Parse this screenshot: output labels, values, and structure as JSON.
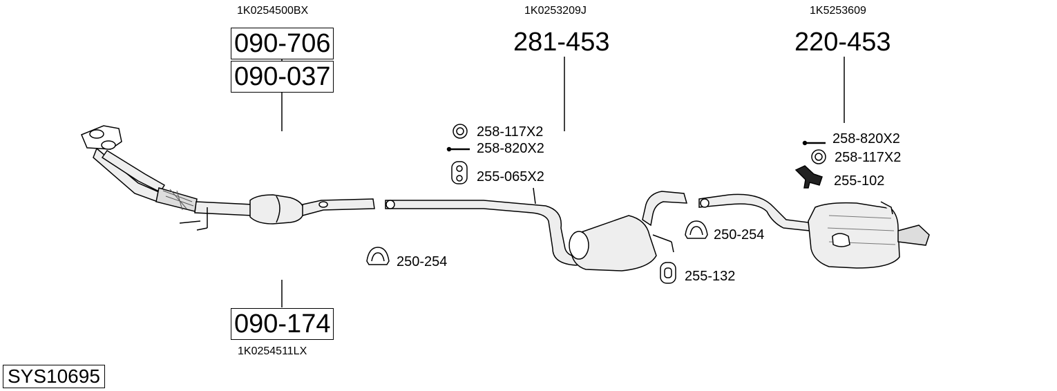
{
  "diagram": {
    "system_code": "SYS10695",
    "groups": [
      {
        "oe_number_top": "1K0254500BX",
        "part_primary": "090-706",
        "part_secondary": "090-037",
        "part_bottom": "090-174",
        "oe_number_bottom": "1K0254511LX"
      },
      {
        "oe_number": "1K0253209J",
        "part": "281-453"
      },
      {
        "oe_number": "1K5253609",
        "part": "220-453"
      }
    ],
    "accessories": [
      {
        "code": "258-117X2",
        "icon": "ring-icon"
      },
      {
        "code": "258-820X2",
        "icon": "bolt-icon"
      },
      {
        "code": "255-065X2",
        "icon": "rubber-mount-icon"
      },
      {
        "code": "250-254",
        "icon": "clamp-icon"
      },
      {
        "code": "250-254",
        "icon": "clamp-icon"
      },
      {
        "code": "255-132",
        "icon": "rubber-mount-icon"
      },
      {
        "code": "258-820X2",
        "icon": "bolt-icon"
      },
      {
        "code": "258-117X2",
        "icon": "ring-icon"
      },
      {
        "code": "255-102",
        "icon": "bracket-icon"
      }
    ]
  }
}
